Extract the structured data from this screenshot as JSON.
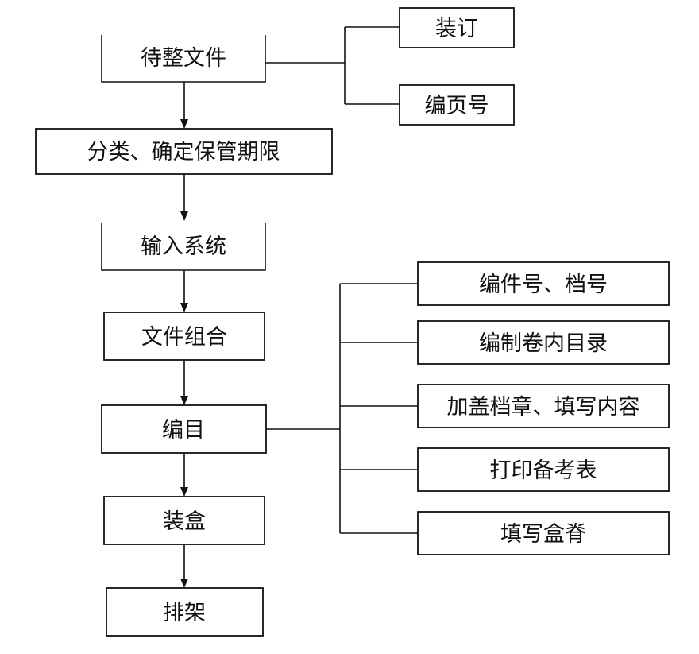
{
  "diagram": {
    "main_steps": [
      "待整文件",
      "分类、确定保管期限",
      "输入系统",
      "文件组合",
      "编目",
      "装盒",
      "排架"
    ],
    "prep_branches": [
      "装订",
      "编页号"
    ],
    "catalog_branches": [
      "编件号、档号",
      "编制卷内目录",
      "加盖档章、填写内容",
      "打印备考表",
      "填写盒脊"
    ]
  }
}
